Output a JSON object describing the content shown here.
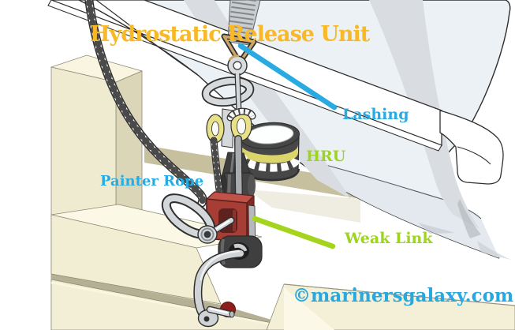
{
  "scene": {
    "description": "Cutaway illustration of a liferaft container lashed to a ship deck cradle through a hydrostatic release unit",
    "components": [
      "liferaft-container",
      "container-bands",
      "lashing-strap",
      "strap-end-fitting",
      "lashing-webbing",
      "triangle-link",
      "eye-ring",
      "oval-link",
      "rope-sheave",
      "hru-canister",
      "threaded-rod",
      "painter-rope",
      "weak-link-block",
      "shackle-ring",
      "bolt-washer",
      "spool",
      "mounting-hook",
      "securing-pin",
      "deck-cradle"
    ]
  },
  "title": {
    "text": "Hydrostatic Release Unit",
    "color": "#F9B826"
  },
  "callouts": {
    "lashing": {
      "label": "Lashing",
      "color": "#29ABE2"
    },
    "hru": {
      "label": "HRU",
      "color": "#9CD41F"
    },
    "painter_rope": {
      "label": "Painter Rope",
      "color": "#29ABE2"
    },
    "weak_link": {
      "label": "Weak Link",
      "color": "#9CD41F"
    }
  },
  "watermark": {
    "text": "©marinersgalaxy.com",
    "color": "#29A8DF"
  },
  "palette": {
    "canister": "#ECF1F5",
    "canister_band": "#D9DDE1",
    "wood": "#F2EED4",
    "khaki": "#C6C09E",
    "metal": "#D5D9DC",
    "dark_metal": "#454545",
    "weak_link_red": "#A63E36",
    "sheave_yellow": "#E9E187",
    "hru_band_yellow": "#DCD56A"
  }
}
